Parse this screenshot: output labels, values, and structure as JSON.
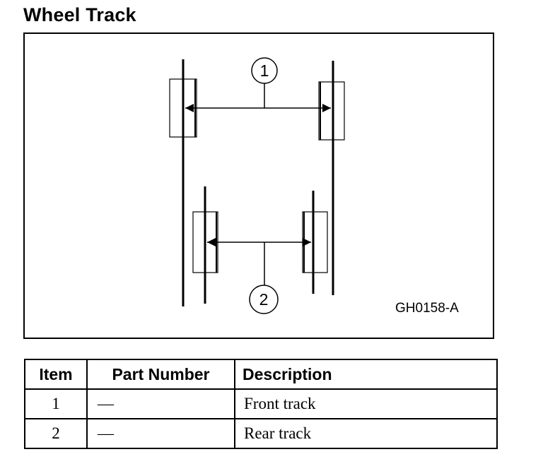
{
  "title": "Wheel Track",
  "figure": {
    "code": "GH0158-A",
    "callouts": [
      "1",
      "2"
    ]
  },
  "table": {
    "headers": [
      "Item",
      "Part Number",
      "Description"
    ],
    "rows": [
      {
        "item": "1",
        "part_number": "—",
        "description": "Front track"
      },
      {
        "item": "2",
        "part_number": "—",
        "description": "Rear track"
      }
    ]
  }
}
